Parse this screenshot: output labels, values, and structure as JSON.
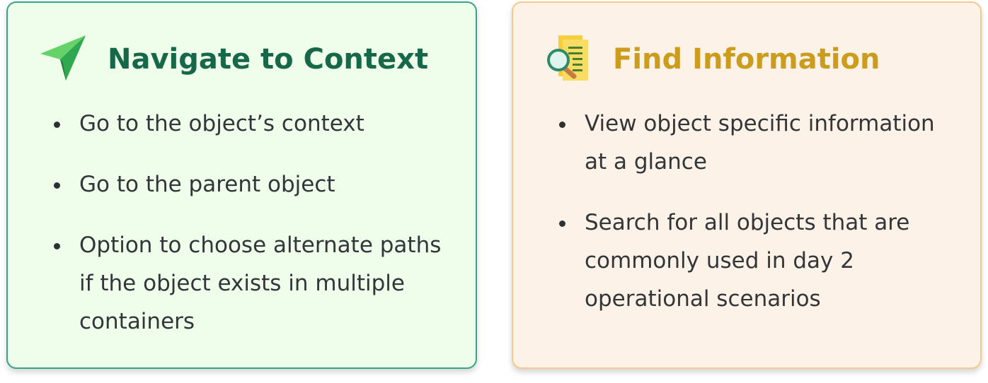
{
  "cards": [
    {
      "icon": "paper-plane-icon",
      "title": "Navigate to Context",
      "title_color": "#166849",
      "background": "#effdeb",
      "border_color": "#34a585",
      "bullets": [
        "Go to the object’s context",
        "Go to the parent object",
        "Option to choose alternate paths if the object exists in multiple containers"
      ]
    },
    {
      "icon": "document-search-icon",
      "title": "Find Information",
      "title_color": "#cc9c1e",
      "background": "#fdf2e7",
      "border_color": "#f7c78e",
      "bullets": [
        "View object specific information at a glance",
        "Search for all objects that are commonly used in day 2 operational scenarios"
      ]
    }
  ]
}
